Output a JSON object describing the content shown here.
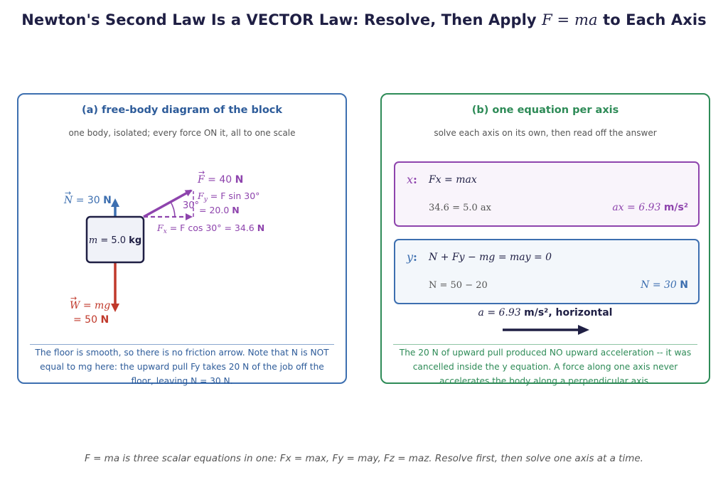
{
  "title": {
    "text_a": "Newton's Second Law Is a VECTOR Law: Resolve, Then Apply ",
    "math": "F = ma",
    "text_b": " to Each Axis"
  },
  "panel_a": {
    "title": "(a)  free-body diagram of the block",
    "subtitle": "one body, isolated; every force ON it, all to one scale",
    "mass_label": {
      "sym": "m",
      "eq": " = 5.0 ",
      "unit": "kg"
    },
    "force_F": {
      "sym": "F",
      "eq": " = 40 ",
      "unit": "N"
    },
    "force_N": {
      "sym": "N",
      "eq": " = 30 ",
      "unit": "N"
    },
    "force_W": {
      "line1": "W = mg",
      "line2": "= 50 ",
      "unit": "N"
    },
    "angle": "30°",
    "Fy_label": {
      "line1": "F",
      "sub": "y",
      "line1b": " = F sin 30°",
      "line2": "= 20.0 ",
      "unit": "N"
    },
    "Fx_label": {
      "a": "F",
      "sub": "x",
      "b": " = F cos 30° = 34.6 ",
      "unit": "N"
    },
    "note": "The floor is smooth, so there is no friction arrow. Note that N is NOT equal to mg here: the upward pull Fy takes 20 N of the job off the floor, leaving N = 30 N.",
    "colors": {
      "F": "#8e44ad",
      "N": "#3d6fb0",
      "W": "#c0392b",
      "block_fill": "#f0f2f8",
      "block_stroke": "#1f1f44"
    }
  },
  "panel_b": {
    "title": "(b)  one equation per axis",
    "subtitle": "solve each axis on its own, then read off the answer",
    "x_box": {
      "axis": "x",
      "eq": "Fx = max",
      "sub_eq": "34.6 = 5.0 ax",
      "result": "ax = 6.93 ",
      "unit": "m/s²"
    },
    "y_box": {
      "axis": "y",
      "eq": "N + Fy − mg = may = 0",
      "sub_eq": "N = 50 − 20",
      "result": "N = 30 ",
      "unit": "N"
    },
    "accel": {
      "pre": "a = 6.93 ",
      "unit": "m/s²",
      "post": ", horizontal"
    },
    "note": "The 20 N of upward pull produced NO upward acceleration -- it was cancelled inside the y equation. A force along one axis never accelerates the body along a perpendicular axis."
  },
  "footer": "F = ma is three scalar equations in one: Fx = max, Fy = may, Fz = maz. Resolve first, then solve one axis at a time."
}
